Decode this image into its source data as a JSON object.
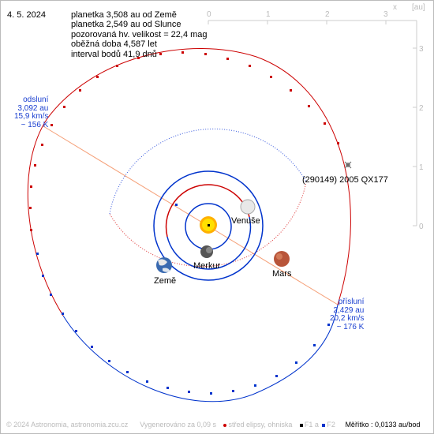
{
  "date": "4. 5. 2024",
  "info_lines": [
    "planetka 3,508 au od Země",
    "planetka 2,549 au od Slunce",
    "pozorovaná hv. velikost = 22,4 mag",
    "oběžná doba 4,587 let",
    "interval bodů 41,9 dnů"
  ],
  "asteroid_label": "(290149) 2005 QX177",
  "planets": {
    "venus": "Venuše",
    "mercury": "Merkur",
    "earth": "Země",
    "mars": "Mars"
  },
  "aphelion": {
    "title": "odsluní",
    "distance": "3,092 au",
    "speed": "15,9 km/s",
    "temp": "~ 156 K"
  },
  "perihelion": {
    "title": "přísluní",
    "distance": "2,429 au",
    "speed": "20,2 km/s",
    "temp": "~ 176 K"
  },
  "axes": {
    "x_label": "x",
    "unit_label": "[au]",
    "x_ticks": [
      "0",
      "1",
      "2",
      "3"
    ],
    "y_ticks": [
      "3",
      "2",
      "1",
      "0"
    ]
  },
  "footer": {
    "copyright": "© 2024 Astronomia, astronomia.zcu.cz",
    "generated": "Vygenerováno za 0,09 s",
    "legend_center": "střed elipsy, ohniska",
    "legend_f1": "F1 a",
    "legend_f2": "F2",
    "scale": "Měřítko : 0,0133 au/bod"
  },
  "colors": {
    "orbit_above": "#cc0000",
    "orbit_below": "#0033cc",
    "apsis_line": "#f5a078",
    "axis": "#cccccc",
    "label_blue": "#1a3fd0"
  }
}
